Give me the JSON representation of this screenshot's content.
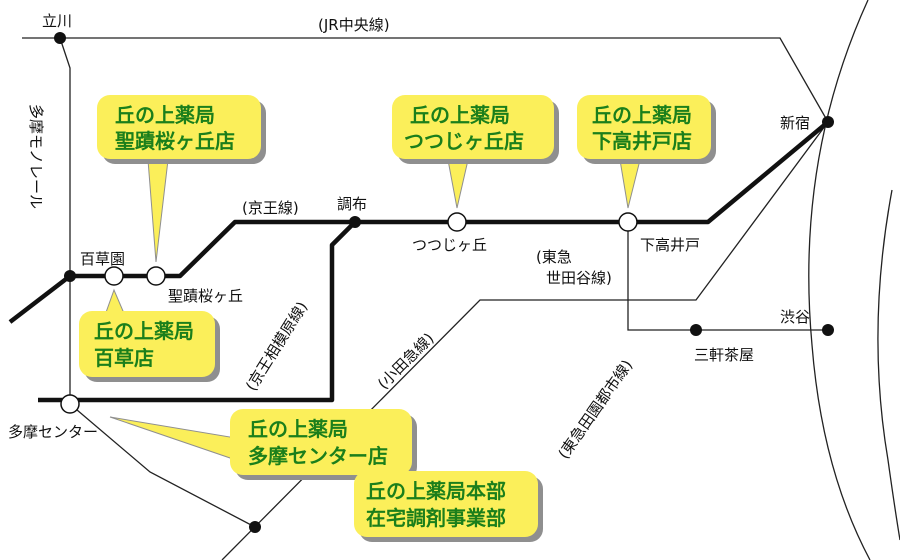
{
  "colors": {
    "thin_line": "#222222",
    "thick_line": "#111111",
    "box_fill": "#fbef5a",
    "box_shadow": "#8f8f8f",
    "box_text": "#1b7f1b",
    "station_open": "#ffffff"
  },
  "lines": {
    "jr_chuo": "(JR中央線)",
    "keio": "(京王線)",
    "keio_sagamihara": "(京王相模原線)",
    "odakyu": "(小田急線)",
    "tokyu_setagaya_1": "(東急",
    "tokyu_setagaya_2": "世田谷線)",
    "tokyu_denentoshi": "(東急田園都市線)",
    "tama_monorail": "多摩モノレール"
  },
  "stations": {
    "tachikawa": "立川",
    "shinjuku": "新宿",
    "chofu": "調布",
    "tsutsujigaoka": "つつじヶ丘",
    "shimotakaido": "下高井戸",
    "mogusaen": "百草園",
    "seisekisakuragaoka": "聖蹟桜ヶ丘",
    "shibuya": "渋谷",
    "sangenjaya": "三軒茶屋",
    "tama_center": "多摩センター"
  },
  "pharmacies": {
    "seiseki": {
      "line1": "丘の上薬局",
      "line2": "聖蹟桜ヶ丘店"
    },
    "tsutsuji": {
      "line1": "丘の上薬局",
      "line2": "つつじヶ丘店"
    },
    "shimotaka": {
      "line1": "丘の上薬局",
      "line2": "下高井戸店"
    },
    "mogusa": {
      "line1": "丘の上薬局",
      "line2": "百草店"
    },
    "tama": {
      "line1": "丘の上薬局",
      "line2": "多摩センター店"
    },
    "honbu": {
      "line1": "丘の上薬局本部",
      "line2": "在宅調剤事業部"
    }
  }
}
